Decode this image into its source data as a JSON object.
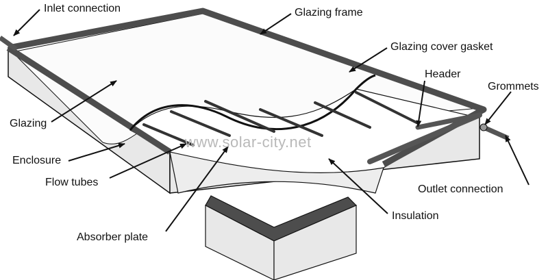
{
  "diagram": {
    "watermark": "www.solar-city.net",
    "labels": {
      "inlet_connection": "Inlet connection",
      "glazing_frame": "Glazing frame",
      "glazing_cover_gasket": "Glazing cover gasket",
      "header": "Header",
      "grommets": "Grommets",
      "glazing": "Glazing",
      "enclosure": "Enclosure",
      "flow_tubes": "Flow tubes",
      "outlet_connection": "Outlet connection",
      "insulation": "Insulation",
      "absorber_plate": "Absorber plate"
    }
  },
  "colors": {
    "frame_dark": "#4d4d4d",
    "side_light": "#e8e8e8",
    "insulation": "#ededed",
    "glass": "#fbfbfb",
    "outline": "#111111"
  }
}
